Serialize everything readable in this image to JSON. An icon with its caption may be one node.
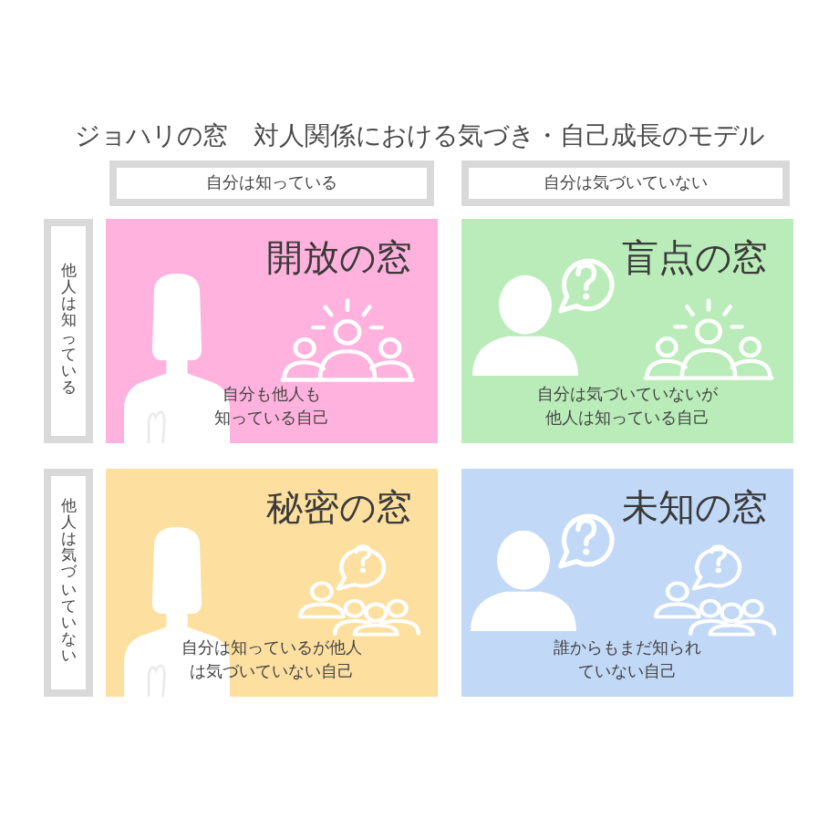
{
  "diagram": {
    "title": "ジョハリの窓　対人関係における気づき・自己成長のモデル",
    "nodes": [
      {
        "text": [
          "自分は知っている"
        ]
      },
      {
        "text": [
          "自分は気づいていない"
        ]
      },
      {
        "text": [
          "他人は知っている"
        ]
      },
      {
        "text": [
          "開放の窓",
          "自分も他人も知っている自己"
        ]
      },
      {
        "text": [
          "盲点の窓",
          "自分は気づいていないが他人は知っている自己"
        ]
      },
      {
        "text": [
          "他人は気づいていない"
        ]
      },
      {
        "text": [
          "秘密の窓",
          "自分は知っているが他人は気づいていない自己"
        ]
      },
      {
        "text": [
          "未知の窓",
          "誰からもまだ知られていない自己"
        ]
      }
    ]
  }
}
